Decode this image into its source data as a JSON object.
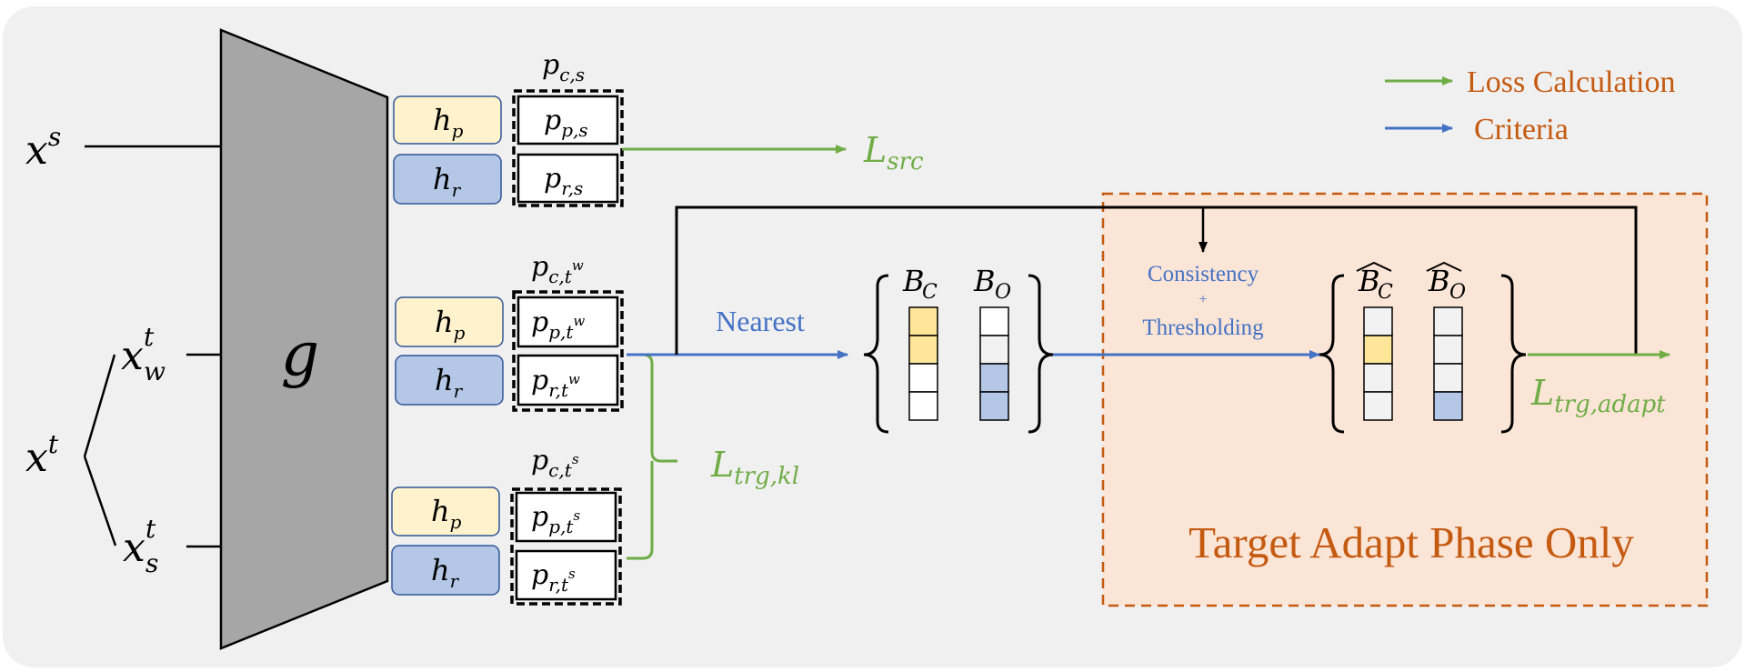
{
  "encoder": {
    "label": "g"
  },
  "inputs": {
    "source": {
      "base": "x",
      "sup": "s",
      "sub": ""
    },
    "target": {
      "base": "x",
      "sup": "t",
      "sub": ""
    },
    "target_weak": {
      "base": "x",
      "sup": "t",
      "sub": "w"
    },
    "target_strong": {
      "base": "x",
      "sup": "t",
      "sub": "s"
    }
  },
  "groups": [
    {
      "head_p": {
        "base": "h",
        "sub": "p"
      },
      "head_r": {
        "base": "h",
        "sub": "r"
      },
      "out_c": {
        "base": "p",
        "sub": "c,s",
        "subsup": ""
      },
      "out_p": {
        "base": "p",
        "sub": "p,s",
        "subsup": ""
      },
      "out_r": {
        "base": "p",
        "sub": "r,s",
        "subsup": ""
      }
    },
    {
      "head_p": {
        "base": "h",
        "sub": "p"
      },
      "head_r": {
        "base": "h",
        "sub": "r"
      },
      "out_c": {
        "base": "p",
        "sub": "c,t",
        "subsup": "w"
      },
      "out_p": {
        "base": "p",
        "sub": "p,t",
        "subsup": "w"
      },
      "out_r": {
        "base": "p",
        "sub": "r,t",
        "subsup": "w"
      }
    },
    {
      "head_p": {
        "base": "h",
        "sub": "p"
      },
      "head_r": {
        "base": "h",
        "sub": "r"
      },
      "out_c": {
        "base": "p",
        "sub": "c,t",
        "subsup": "s"
      },
      "out_p": {
        "base": "p",
        "sub": "p,t",
        "subsup": "s"
      },
      "out_r": {
        "base": "p",
        "sub": "r,t",
        "subsup": "s"
      }
    }
  ],
  "losses": {
    "src": {
      "base": "L",
      "sub": "src"
    },
    "kl": {
      "base": "L",
      "sub": "trg,kl"
    },
    "adapt": {
      "base": "L",
      "sub": "trg,adapt"
    }
  },
  "labels": {
    "nearest": "Nearest",
    "consistency": "Consistency",
    "plus": "+",
    "thresholding": "Thresholding",
    "phase": "Target Adapt Phase Only"
  },
  "banks": {
    "before": [
      {
        "base": "B",
        "sub": "C",
        "hat": false,
        "cells": [
          "yellow",
          "yellow",
          "white",
          "white"
        ]
      },
      {
        "base": "B",
        "sub": "O",
        "hat": false,
        "cells": [
          "white",
          "light",
          "blue",
          "blue"
        ]
      }
    ],
    "after": [
      {
        "base": "B",
        "sub": "C",
        "hat": true,
        "cells": [
          "light",
          "yellow",
          "light",
          "light"
        ]
      },
      {
        "base": "B",
        "sub": "O",
        "hat": true,
        "cells": [
          "light",
          "light",
          "light",
          "blue"
        ]
      }
    ]
  },
  "legend": {
    "items": [
      {
        "label": "Loss Calculation",
        "color": "#70ad47"
      },
      {
        "label": "Criteria",
        "color": "#4472c4"
      }
    ]
  },
  "colors": {
    "green": "#70ad47",
    "blue": "#4472c4",
    "orange": "#c55a11",
    "yellow_fill": "#fff2cc",
    "blue_fill": "#b4c7e7",
    "cell_yellow": "#ffe699",
    "cell_blue": "#b4c7e7",
    "cell_light": "#f2f2f2",
    "cell_white": "#ffffff",
    "phase_fill": "#fbe5d6",
    "encoder_fill": "#a6a6a6"
  }
}
